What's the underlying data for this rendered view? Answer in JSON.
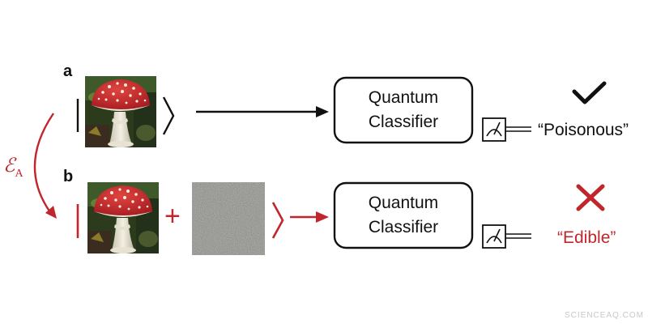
{
  "panels": {
    "a": {
      "letter": "a",
      "box_line1": "Quantum",
      "box_line2": "Classifier",
      "result": "“Poisonous”",
      "result_mark": "check-icon"
    },
    "b": {
      "letter": "b",
      "plus": "+",
      "box_line1": "Quantum",
      "box_line2": "Classifier",
      "result": "“Edible”",
      "result_mark": "cross-icon"
    }
  },
  "attack_label": {
    "main": "ℰ",
    "sub": "A"
  },
  "watermark": "SCIENCEAQ.COM",
  "colors": {
    "accent_red": "#c0262c",
    "ink": "#111111",
    "mushroom_cap": "#c8242c",
    "background": "#ffffff"
  }
}
